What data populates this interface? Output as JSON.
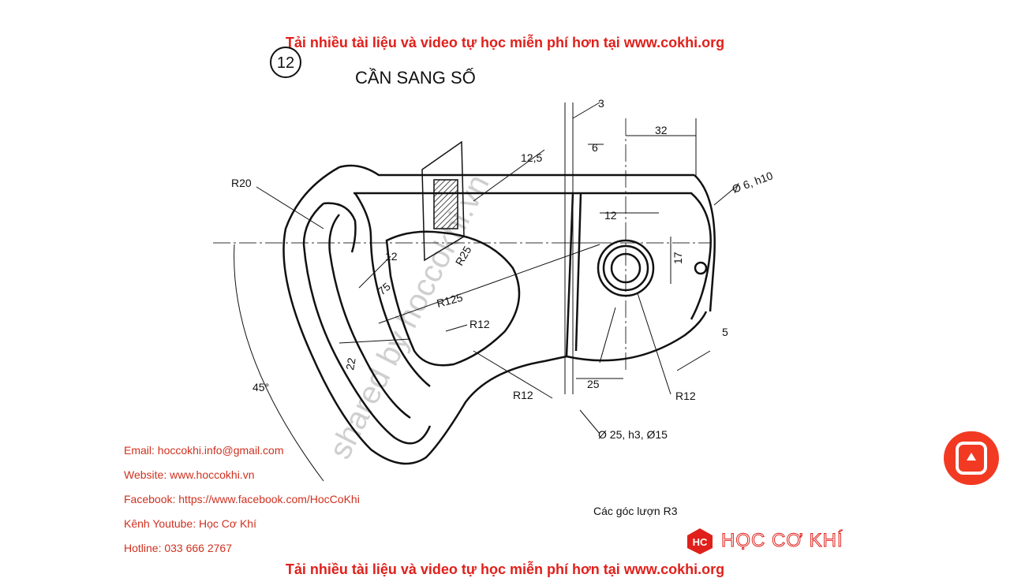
{
  "banner": {
    "top": "Tải nhiều tài liệu và video tự học miễn phí hơn tại www.cokhi.org",
    "bottom": "Tải nhiều tài liệu và video tự học miễn phí hơn tại www.cokhi.org"
  },
  "drawing": {
    "number": "12",
    "title": "CẦN SANG SỐ",
    "note": "Các góc lượn R3",
    "watermark": "shared by hoccokhi.vn",
    "dimensions": {
      "d3": "3",
      "d32": "32",
      "d6": "6",
      "d12_5": "12,5",
      "phi6": "Ø 6, h10",
      "r20": "R20",
      "d12_top": "12",
      "d17": "17",
      "r25": "R25",
      "d12_left": "12",
      "d75": "75",
      "r125": "R125",
      "r12_inner": "R12",
      "d5": "5",
      "d22": "22",
      "angle45": "45°",
      "r12_bottom": "R12",
      "d25": "25",
      "r12_right": "R12",
      "phi25": "Ø 25, h3, Ø15"
    }
  },
  "contacts": {
    "email": "Email: hoccokhi.info@gmail.com",
    "website": "Website: www.hoccokhi.vn",
    "facebook": "Facebook: https://www.facebook.com/HocCoKhi",
    "youtube": "Kênh Youtube: Học Cơ Khí",
    "hotline": "Hotline: 033 666 2767"
  },
  "brand": {
    "name": "HỌC CƠ KHÍ",
    "logo": "HC"
  },
  "icons": {
    "play": "play-button-icon"
  },
  "colors": {
    "accent": "#e0201b",
    "ink": "#111111"
  }
}
